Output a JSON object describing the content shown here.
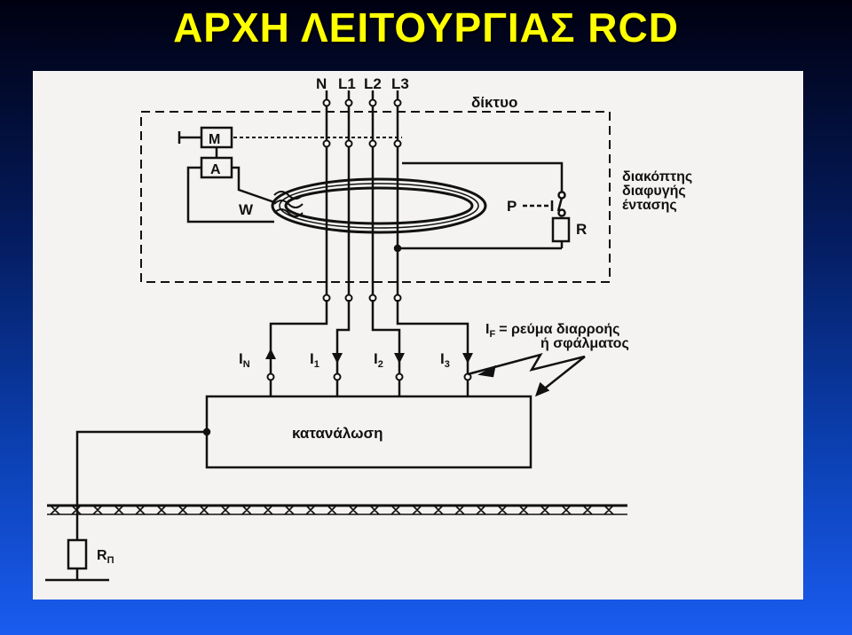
{
  "slide": {
    "title": "ΑΡΧΗ ΛΕΙΤΟΥΡΓΙΑΣ RCD"
  },
  "diagram": {
    "terminals": {
      "n": "N",
      "l1": "L1",
      "l2": "L2",
      "l3": "L3"
    },
    "network_label": "δίκτυο",
    "motor_label": "M",
    "amplifier_label": "A",
    "winding_label": "W",
    "test_button_label": "P",
    "resistor_label": "R",
    "breaker_label_lines": [
      "διακόπτης",
      "διαφυγής",
      "έντασης"
    ],
    "currents": {
      "in": "I",
      "in_sub": "N",
      "i1": "I",
      "i1_sub": "1",
      "i2": "I",
      "i2_sub": "2",
      "i3": "I",
      "i3_sub": "3"
    },
    "fault_current": {
      "symbol": "I",
      "sub": "F",
      "line1": "= ρεύμα διαρροής",
      "line2": "ή σφάλματος"
    },
    "load_label": "κατανάλωση",
    "earth_resistor": {
      "main": "R",
      "sub": "Π"
    }
  },
  "colors": {
    "title": "#ffff00",
    "paper": "#f4f3f1",
    "ink": "#111111"
  }
}
